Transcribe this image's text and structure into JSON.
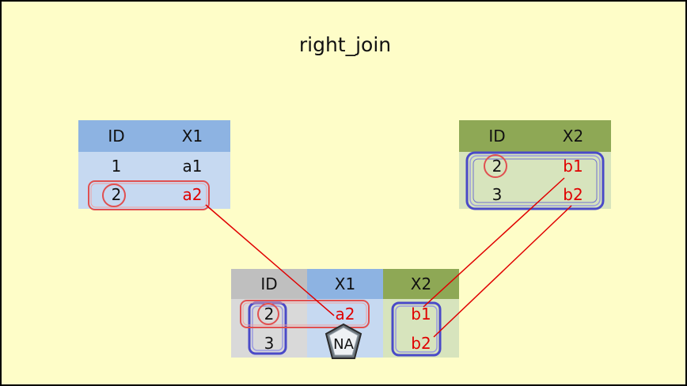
{
  "title": "right_join",
  "colors": {
    "background": "#fefdc8",
    "x_header": "#8db3e2",
    "x_body": "#c6d9f1",
    "y_header": "#8ea855",
    "y_body": "#d7e4bd",
    "id_header": "#bfbfbf",
    "id_body": "#d9d9d9",
    "highlight_red": "#e00000",
    "highlight_blue": "#3c3cc0"
  },
  "table_x": {
    "headers": [
      "ID",
      "X1"
    ],
    "rows": [
      [
        "1",
        "a1"
      ],
      [
        "2",
        "a2"
      ]
    ]
  },
  "table_y": {
    "headers": [
      "ID",
      "X2"
    ],
    "rows": [
      [
        "2",
        "b1"
      ],
      [
        "3",
        "b2"
      ]
    ]
  },
  "result": {
    "headers": [
      "ID",
      "X1",
      "X2"
    ],
    "rows": [
      [
        "2",
        "a2",
        "b1"
      ],
      [
        "3",
        "NA",
        "b2"
      ]
    ]
  }
}
